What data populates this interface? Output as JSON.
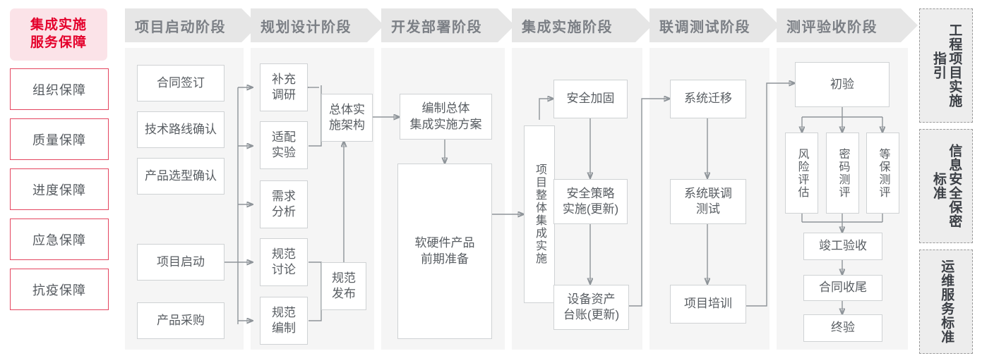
{
  "left_column": {
    "title": "集成实施\n服务保障",
    "title_line1": "集成实施",
    "title_line2": "服务保障",
    "accent_color": "#e4002b",
    "title_bg": "#fbe3e8",
    "items": [
      {
        "label": "组织保障"
      },
      {
        "label": "质量保障"
      },
      {
        "label": "进度保障"
      },
      {
        "label": "应急保障"
      },
      {
        "label": "抗疫保障"
      }
    ]
  },
  "stages": [
    {
      "id": "stage-1",
      "header": "项目启动阶段",
      "nodes": [
        {
          "id": "n-hetong",
          "label": "合同签订"
        },
        {
          "id": "n-jishu",
          "label": "技术路线确认"
        },
        {
          "id": "n-chanpin-xuanxing",
          "label": "产品选型确认"
        },
        {
          "id": "n-xiangmu-qidong",
          "label": "项目启动"
        },
        {
          "id": "n-chanpin-caigou",
          "label": "产品采购"
        }
      ]
    },
    {
      "id": "stage-2",
      "header": "规划设计阶段",
      "nodes": [
        {
          "id": "n-buchong",
          "label": "补充\n调研",
          "l1": "补充",
          "l2": "调研"
        },
        {
          "id": "n-shipei",
          "label": "适配\n实验",
          "l1": "适配",
          "l2": "实验"
        },
        {
          "id": "n-xuqiu",
          "label": "需求\n分析",
          "l1": "需求",
          "l2": "分析"
        },
        {
          "id": "n-guifan-taolun",
          "label": "规范\n讨论",
          "l1": "规范",
          "l2": "讨论"
        },
        {
          "id": "n-guifan-bianzhi",
          "label": "规范\n编制",
          "l1": "规范",
          "l2": "编制"
        },
        {
          "id": "n-zongti",
          "label": "总体实\n施架构",
          "l1": "总体实",
          "l2": "施架构"
        },
        {
          "id": "n-guifan-fabu",
          "label": "规范\n发布",
          "l1": "规范",
          "l2": "发布"
        }
      ]
    },
    {
      "id": "stage-3",
      "header": "开发部署阶段",
      "nodes": [
        {
          "id": "n-bianzhi-fangan",
          "label": "编制总体\n集成实施方案",
          "l1": "编制总体",
          "l2": "集成实施方案"
        },
        {
          "id": "n-ruanyingjian",
          "label": "软硬件产品\n前期准备",
          "l1": "软硬件产品",
          "l2": "前期准备"
        }
      ]
    },
    {
      "id": "stage-4",
      "header": "集成实施阶段",
      "nodes": [
        {
          "id": "n-zhengti",
          "label": "项目整体集成实施"
        },
        {
          "id": "n-anquan-jiagu",
          "label": "安全加固"
        },
        {
          "id": "n-anquan-celue",
          "label": "安全策略\n实施(更新)",
          "l1": "安全策略",
          "l2": "实施(更新)"
        },
        {
          "id": "n-shebei",
          "label": "设备资产\n台账(更新)",
          "l1": "设备资产",
          "l2": "台账(更新)"
        }
      ]
    },
    {
      "id": "stage-5",
      "header": "联调测试阶段",
      "nodes": [
        {
          "id": "n-xitong-qianyi",
          "label": "系统迁移"
        },
        {
          "id": "n-xitong-liantiao",
          "label": "系统联调\n测试",
          "l1": "系统联调",
          "l2": "测试"
        },
        {
          "id": "n-peixun",
          "label": "项目培训"
        }
      ]
    },
    {
      "id": "stage-6",
      "header": "测评验收阶段",
      "nodes": [
        {
          "id": "n-chuyan",
          "label": "初验"
        },
        {
          "id": "n-fengxian",
          "label": "风险评估"
        },
        {
          "id": "n-mima",
          "label": "密码测评"
        },
        {
          "id": "n-dengbao",
          "label": "等保测评"
        },
        {
          "id": "n-jungong",
          "label": "竣工验收"
        },
        {
          "id": "n-hetong-shouwei",
          "label": "合同收尾"
        },
        {
          "id": "n-zhongyan",
          "label": "终验"
        }
      ]
    }
  ],
  "right_column": {
    "items": [
      {
        "id": "std-1",
        "label": "工程项目实施指引"
      },
      {
        "id": "std-2",
        "label": "信息安全保密标准"
      },
      {
        "id": "std-3",
        "label": "运维服务标准"
      }
    ]
  },
  "colors": {
    "panel_bg": "#f5f5f5",
    "header_bg": "#e6e6e6",
    "header_text": "#7b7f85",
    "node_border": "#cfd2d4",
    "node_text": "#585d62",
    "wire": "#8e9499",
    "std_bg": "#ededed",
    "std_border": "#9a9a9a"
  }
}
